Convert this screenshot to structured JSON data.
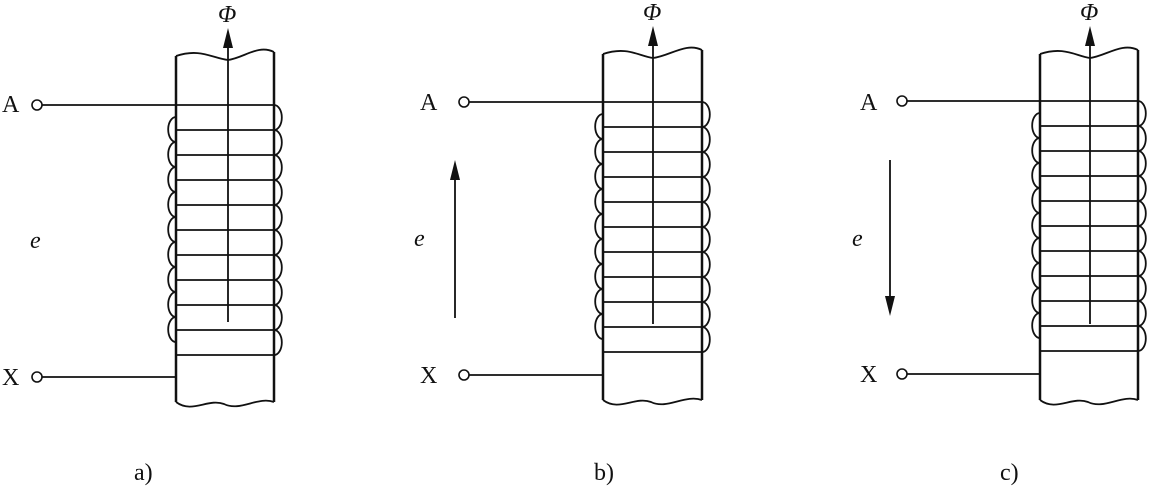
{
  "panels": [
    {
      "id": "a",
      "caption": "a)",
      "flux_symbol": "Φ",
      "terminal_top": "A",
      "terminal_bottom": "X",
      "emf_symbol": "e",
      "emf_arrow": "none"
    },
    {
      "id": "b",
      "caption": "b)",
      "flux_symbol": "Φ",
      "terminal_top": "A",
      "terminal_bottom": "X",
      "emf_symbol": "e",
      "emf_arrow": "up"
    },
    {
      "id": "c",
      "caption": "c)",
      "flux_symbol": "Φ",
      "terminal_top": "A",
      "terminal_bottom": "X",
      "emf_symbol": "e",
      "emf_arrow": "down"
    }
  ],
  "colors": {
    "stroke": "#111111",
    "background": "#ffffff"
  }
}
